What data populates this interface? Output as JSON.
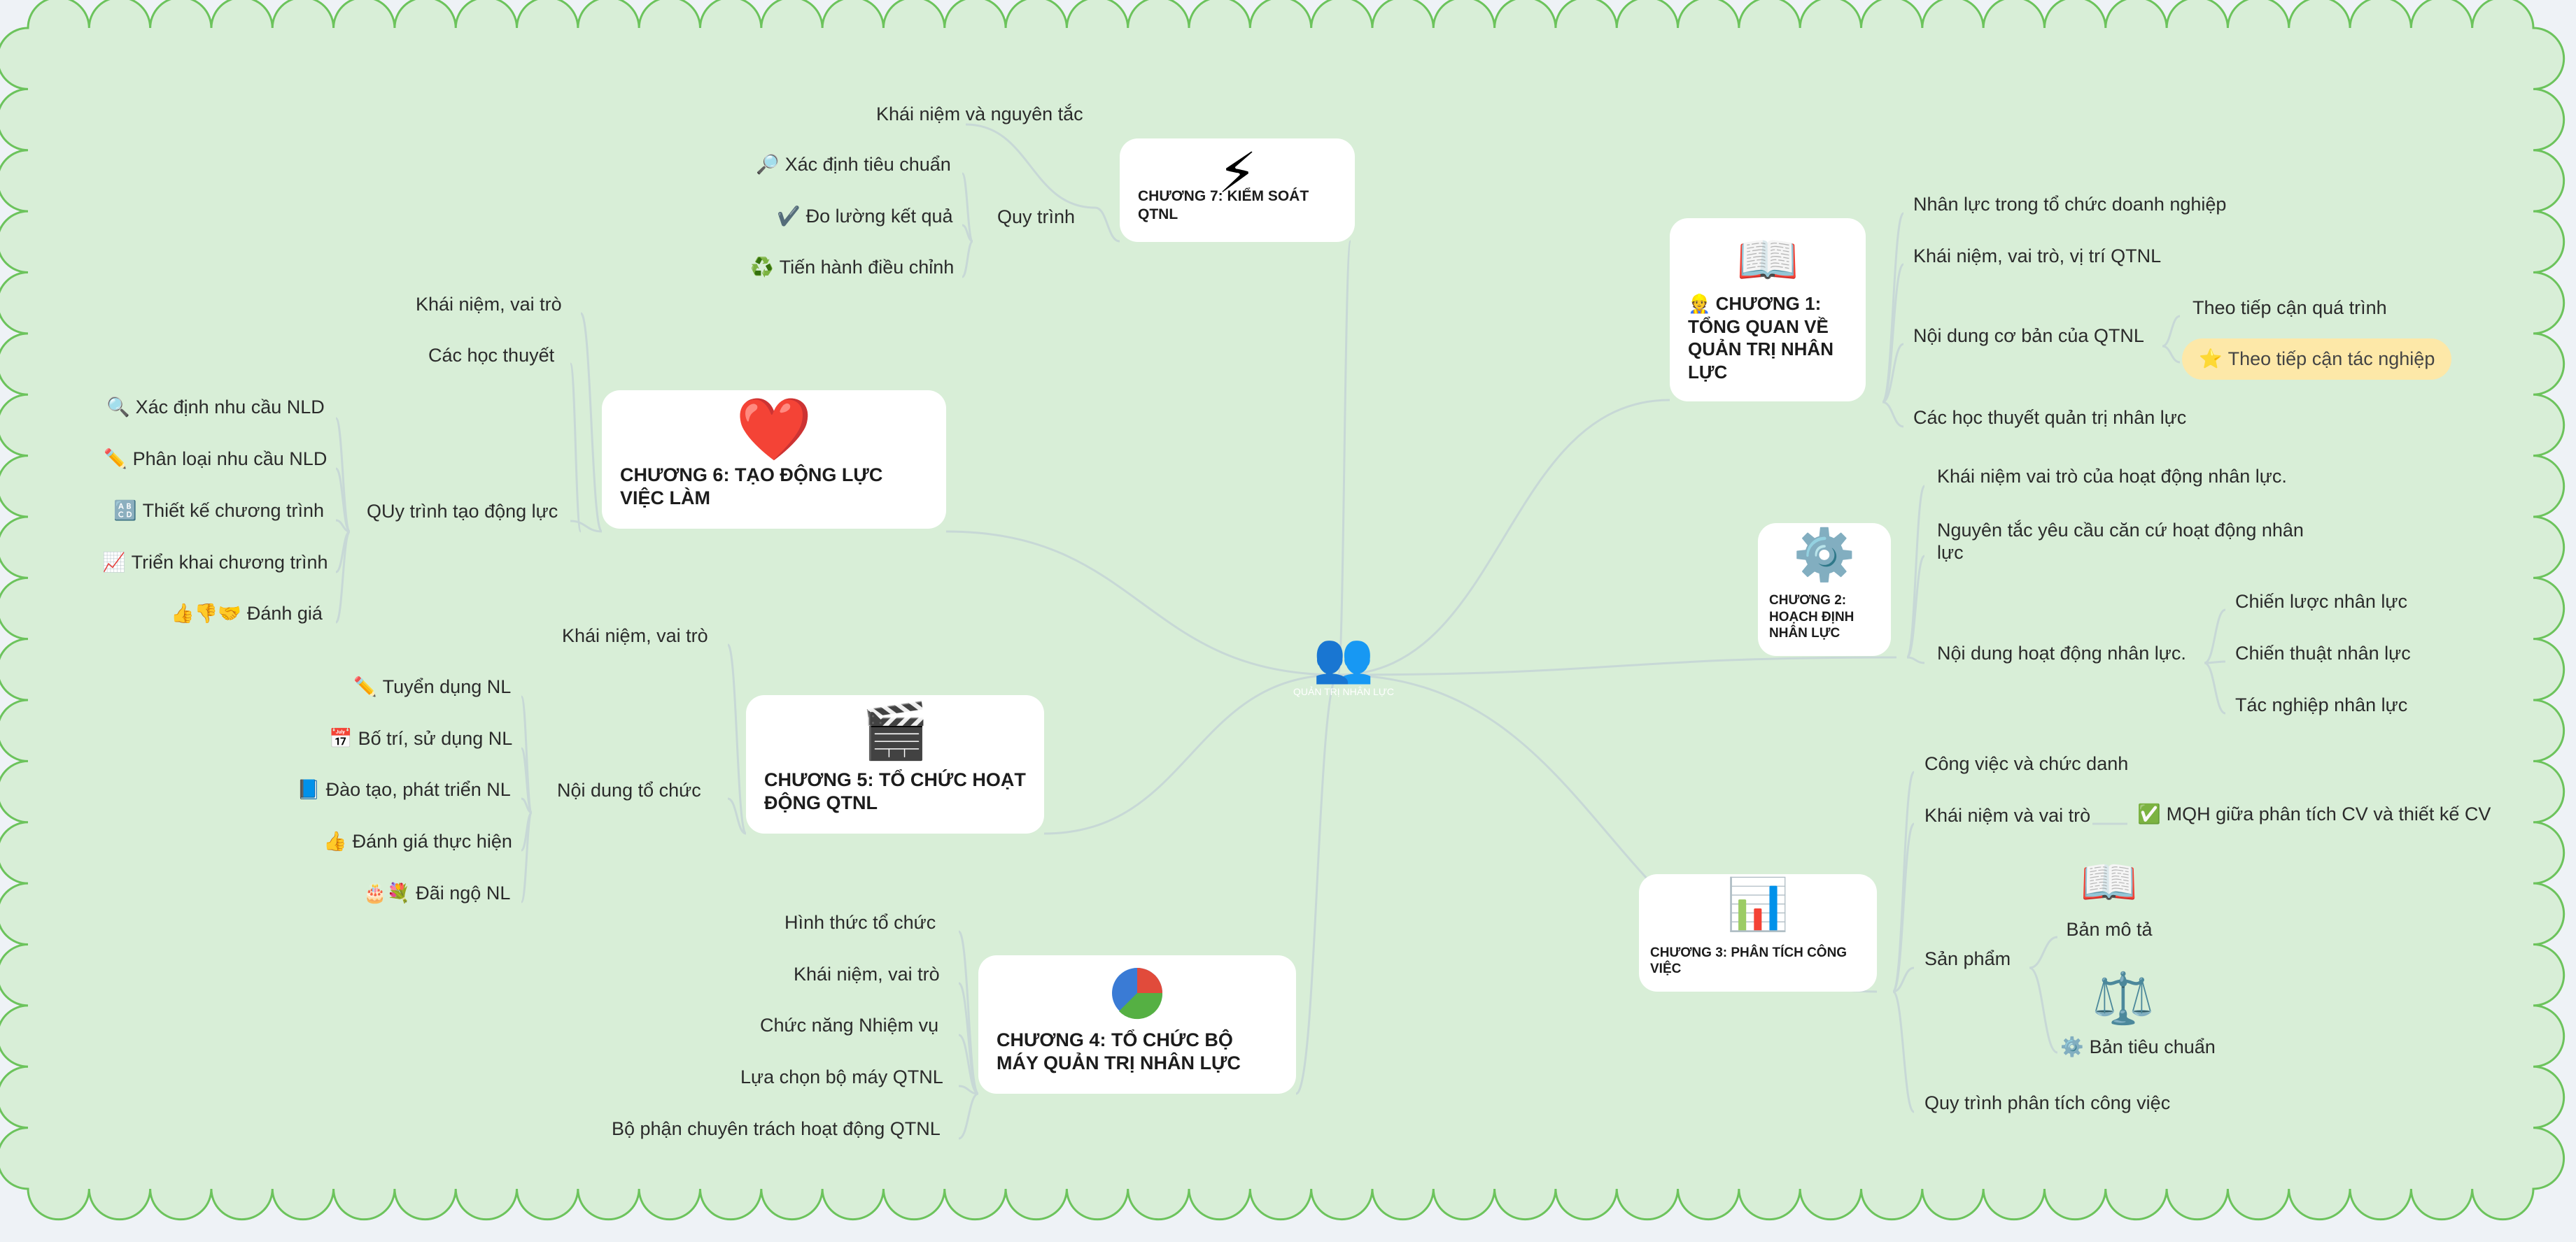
{
  "colors": {
    "board": "#d8eed7",
    "board_border": "#6cc35c",
    "line": "#c7d8d6",
    "highlight": "#fde8a8"
  },
  "central": {
    "icon": "user-icon",
    "caption": "QUẢN TRỊ NHÂN LỰC"
  },
  "ch7": {
    "label": "CHƯƠNG 7: KIỂM SOÁT QTNL",
    "icon": "lightning-icon",
    "b1": "Khái niệm và nguyên tắc",
    "b2": "Quy trình",
    "s1": "Xác định tiêu chuẩn",
    "s2": "Đo lường kết quả",
    "s3": "Tiến hành điều chỉnh"
  },
  "ch6": {
    "label": "CHƯƠNG 6: TẠO ĐỘNG LỰC VIỆC LÀM",
    "icon": "heart-icon",
    "b1": "Khái niệm, vai trò",
    "b2": "Các học thuyết",
    "b3": "QUy trình tạo động lực",
    "s1": "Xác định nhu cầu NLD",
    "s2": "Phân loại nhu cầu NLD",
    "s3": "Thiết kế chương trình",
    "s4": "Triển khai chương trình",
    "s5": "Đánh giá"
  },
  "ch5": {
    "label": "CHƯƠNG 5: TỔ CHỨC HOẠT ĐỘNG QTNL",
    "icon": "clapperboard-icon",
    "b1": "Khái niệm, vai trò",
    "b2": "Nội dung tổ chức",
    "s1": "Tuyển dụng NL",
    "s2": "Bố trí, sử dụng NL",
    "s3": "Đào tạo, phát triển NL",
    "s4": "Đánh giá thực hiện",
    "s5": "Đãi ngộ NL"
  },
  "ch4": {
    "label": "CHƯƠNG 4: TỔ CHỨC BỘ MÁY QUẢN TRỊ NHÂN LỰC",
    "icon": "pie-chart-icon",
    "b1": "Hình thức tổ chức",
    "b2": "Khái niệm, vai trò",
    "b3": "Chức năng Nhiệm vụ",
    "b4": "Lựa chọn bộ máy QTNL",
    "b5": "Bộ phận chuyên trách hoạt động QTNL"
  },
  "ch1": {
    "label": "CHƯƠNG 1: TỔNG QUAN VỀ QUẢN TRỊ NHÂN LỰC",
    "icon": "book-icon",
    "b1": "Nhân lực trong tổ chức doanh nghiệp",
    "b2": "Khái niệm, vai trò, vị trí QTNL",
    "b3": "Nội dung cơ bản của QTNL",
    "b4": "Các học thuyết quản trị nhân lực",
    "s1": "Theo tiếp cận quá trình",
    "s2": "Theo tiếp cận tác nghiệp"
  },
  "ch2": {
    "label": "CHƯƠNG 2: HOẠCH ĐỊNH NHÂN LỰC",
    "icon": "gear-icon",
    "b1": "Khái niệm vai trò của hoạt động nhân lực.",
    "b2": "Nguyên tắc yêu cầu căn cứ hoạt động nhân lực",
    "b3": "Nội dung hoạt động nhân lực.",
    "s1": "Chiến lược nhân lực",
    "s2": "Chiến thuật nhân lực",
    "s3": "Tác nghiệp nhân lực"
  },
  "ch3": {
    "label": "CHƯƠNG 3: PHÂN TÍCH CÔNG VIỆC",
    "icon": "chart-icon",
    "b1": "Công việc và chức danh",
    "b2": "Khái niệm và vai trò",
    "b3": "Sản phẩm",
    "b4": "Quy trình phân tích công việc",
    "s1": "MQH giữa phân tích CV và thiết kế CV",
    "s2": "Bản mô tả",
    "s3": "Bản tiêu chuẩn"
  }
}
